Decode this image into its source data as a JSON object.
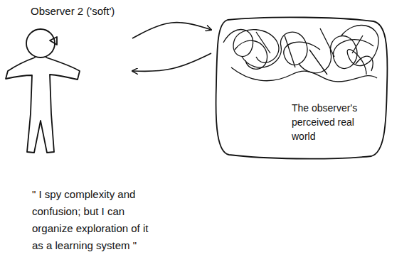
{
  "diagram": {
    "nodes": [
      {
        "text": [
          "Observer 2 ('soft')"
        ]
      },
      {
        "text": [
          "The observer's perceived real world"
        ]
      }
    ],
    "edges": [
      {
        "from": 0,
        "to": 1,
        "arrow": "to"
      },
      {
        "from": 1,
        "to": 0,
        "arrow": "to"
      }
    ],
    "labels": [
      "\" I spy complexity and confusion; but I can organize exploration of it as a learning system \""
    ]
  }
}
